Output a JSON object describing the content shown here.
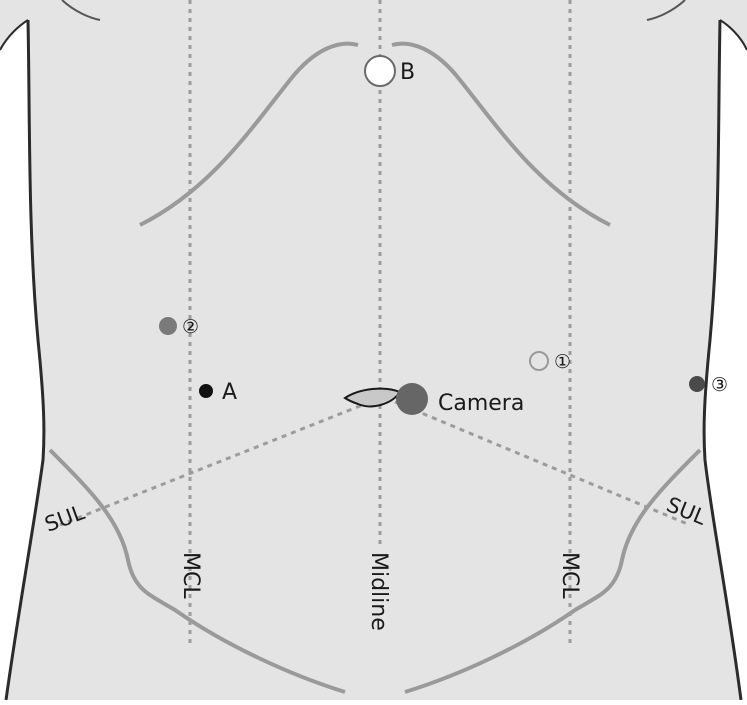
{
  "ports": {
    "b_label": "B",
    "a_label": "A",
    "camera_label": "Camera",
    "port1_label": "①",
    "port2_label": "②",
    "port3_label": "③"
  },
  "reference_lines": {
    "mcl_left": "MCL",
    "midline": "Midline",
    "mcl_right": "MCL",
    "sul_left": "SUL",
    "sul_right": "SUL"
  },
  "colors": {
    "background": "#e4e4e4",
    "outline": "#2b2b2b",
    "rib_margin": "#9a9a9a",
    "dashed_line": "#9c9c9c",
    "port_a": "#111111",
    "port_camera": "#666666",
    "port_2": "#7a7a7a",
    "port_3": "#4a4a4a",
    "port_1_stroke": "#9a9a9a",
    "port_b_fill": "#ffffff"
  }
}
